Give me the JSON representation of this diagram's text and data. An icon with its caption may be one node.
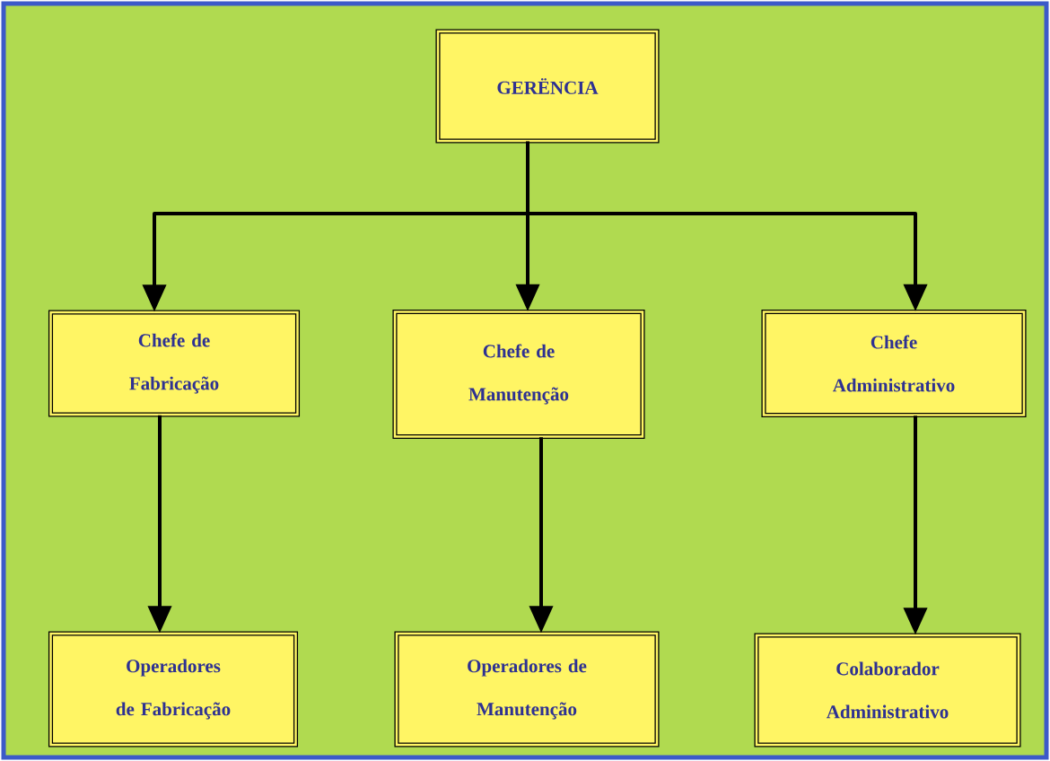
{
  "diagram": {
    "nodes": [
      {
        "text": [
          "GERËNCIA"
        ]
      },
      {
        "text": [
          "Chefe de Fabricação"
        ]
      },
      {
        "text": [
          "Chefe de Manutenção"
        ]
      },
      {
        "text": [
          "Chefe Administrativo"
        ]
      },
      {
        "text": [
          "Operadores de Fabricação"
        ]
      },
      {
        "text": [
          "Operadores de Manutenção"
        ]
      },
      {
        "text": [
          "Colaborador Administrativo"
        ]
      }
    ],
    "edges": [
      {
        "from": 0,
        "to": 1,
        "arrow": "to"
      },
      {
        "from": 0,
        "to": 2,
        "arrow": "to"
      },
      {
        "from": 0,
        "to": 3,
        "arrow": "to"
      },
      {
        "from": 1,
        "to": 4,
        "arrow": "to"
      },
      {
        "from": 2,
        "to": 5,
        "arrow": "to"
      },
      {
        "from": 3,
        "to": 6,
        "arrow": "to"
      }
    ]
  }
}
